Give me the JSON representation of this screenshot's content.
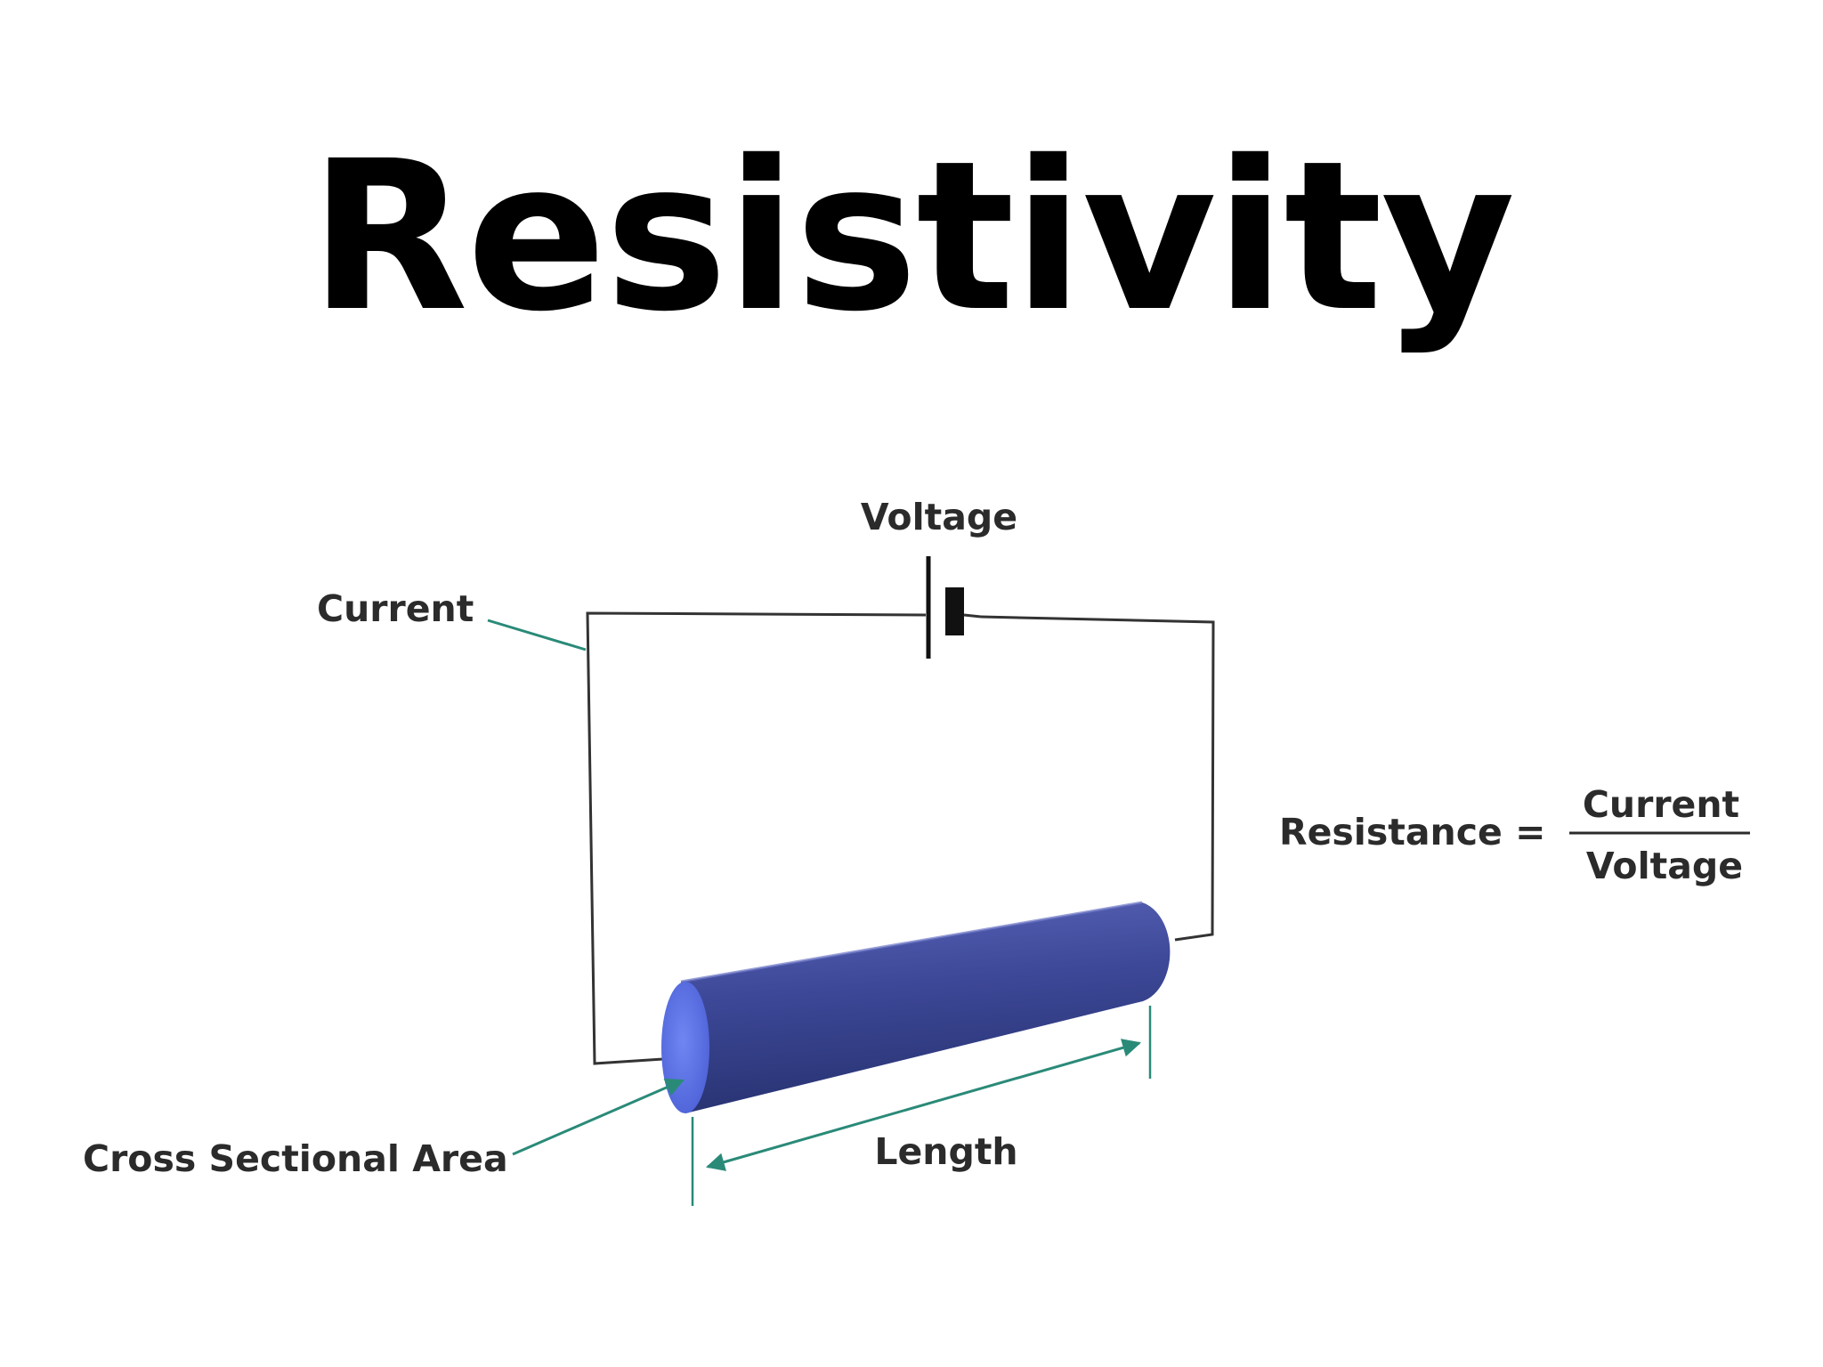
{
  "title": "Resistivity",
  "diagram": {
    "labels": {
      "voltage": "Voltage",
      "current": "Current",
      "cross_sectional_area": "Cross Sectional Area",
      "length": "Length"
    },
    "formula": {
      "lhs": "Resistance =",
      "numerator": "Current",
      "denominator": "Voltage"
    }
  },
  "colors": {
    "title": "#000000",
    "label_text": "#2b2b2b",
    "wire": "#333333",
    "pointer": "#2a8a78",
    "conductor_body": "#3f4a9e",
    "conductor_end": "#5b73e8"
  }
}
